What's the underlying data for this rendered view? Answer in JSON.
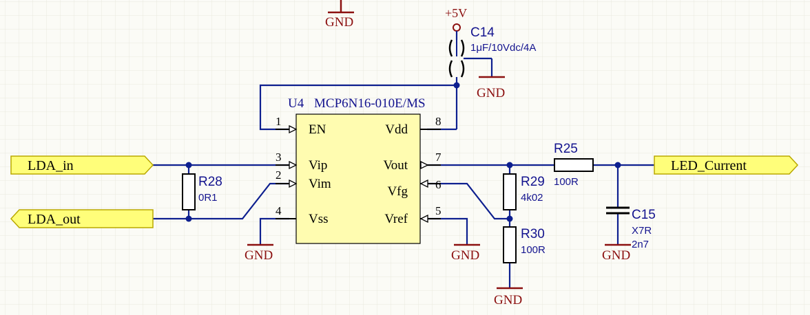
{
  "colors": {
    "background": "#fbfbf6",
    "grid": "#e6e6dc",
    "wire": "#0d1f8f",
    "ground": "#8b0f0f",
    "chip_fill": "#fffcb0",
    "port_fill": "#fffe7a",
    "designator": "#14148f"
  },
  "ground_label": "GND",
  "power": {
    "label": "+5V"
  },
  "u4": {
    "designator": "U4",
    "part": "MCP6N16-010E/MS",
    "pins": [
      {
        "num": "1",
        "name": "EN"
      },
      {
        "num": "3",
        "name": "Vip"
      },
      {
        "num": "2",
        "name": "Vim"
      },
      {
        "num": "4",
        "name": "Vss"
      },
      {
        "num": "8",
        "name": "Vdd"
      },
      {
        "num": "7",
        "name": "Vout"
      },
      {
        "num": "6",
        "name": "Vfg"
      },
      {
        "num": "5",
        "name": "Vref"
      }
    ]
  },
  "c14": {
    "designator": "C14",
    "value": "1μF/10Vdc/4A"
  },
  "r28": {
    "designator": "R28",
    "value": "0R1"
  },
  "r25": {
    "designator": "R25",
    "value": "100R"
  },
  "r29": {
    "designator": "R29",
    "value": "4k02"
  },
  "r30": {
    "designator": "R30",
    "value": "100R"
  },
  "c15": {
    "designator": "C15",
    "value1": "X7R",
    "value2": "2n7"
  },
  "ports": {
    "lda_in": "LDA_in",
    "lda_out": "LDA_out",
    "led_current": "LED_Current"
  }
}
